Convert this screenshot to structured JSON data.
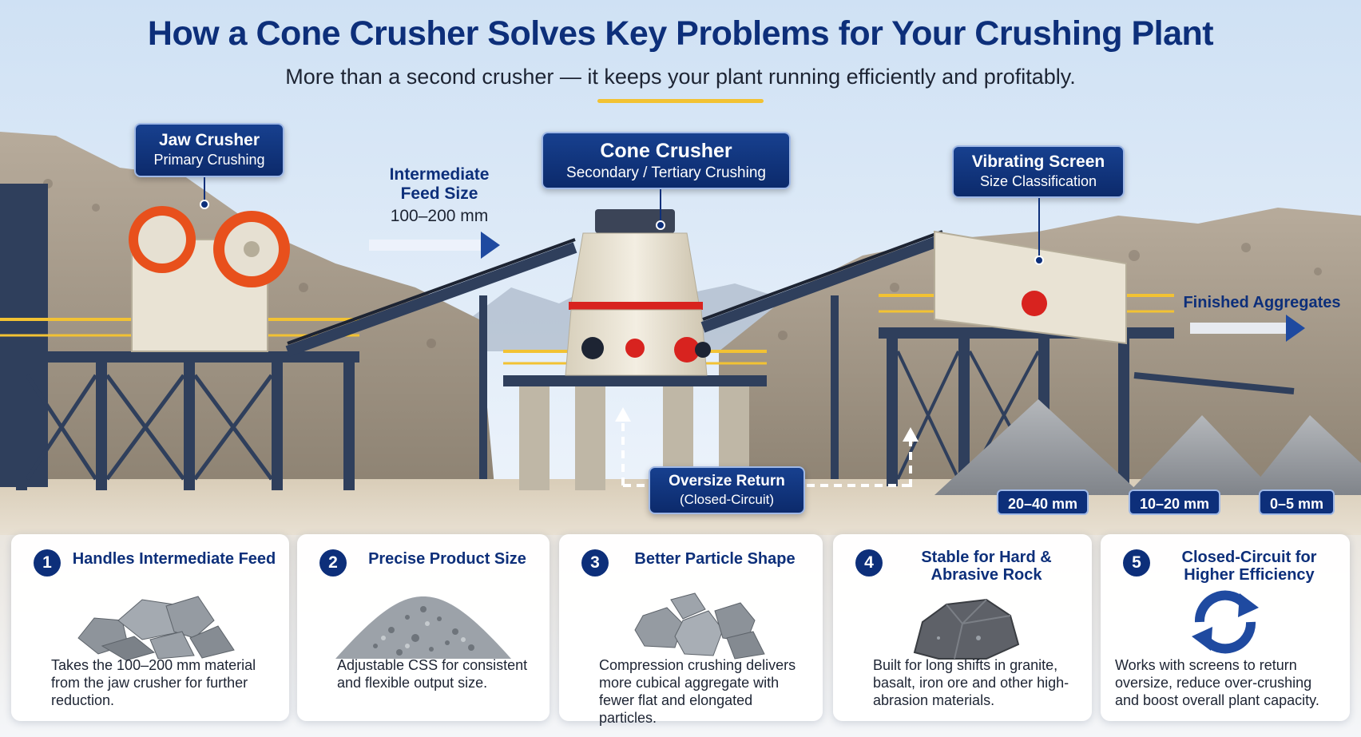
{
  "header": {
    "title": "How a Cone Crusher Solves Key Problems for Your Crushing Plant",
    "subtitle": "More than a second crusher — it keeps your plant running efficiently and profitably."
  },
  "callouts": {
    "jaw": {
      "title": "Jaw Crusher",
      "sub": "Primary Crushing"
    },
    "cone": {
      "title": "Cone Crusher",
      "sub": "Secondary / Tertiary Crushing"
    },
    "screen": {
      "title": "Vibrating Screen",
      "sub": "Size Classification"
    },
    "oversize": {
      "title": "Oversize Return",
      "sub": "(Closed-Circuit)"
    }
  },
  "flow": {
    "feed_label_1": "Intermediate",
    "feed_label_2": "Feed Size",
    "feed_value": "100–200 mm",
    "finished_label": "Finished Aggregates"
  },
  "sizes": [
    "20–40 mm",
    "10–20 mm",
    "0–5 mm"
  ],
  "cards": [
    {
      "num": "1",
      "title": "Handles Intermediate Feed",
      "text": "Takes the 100–200 mm material from the jaw crusher for further reduction.",
      "icon": "large-rocks-icon"
    },
    {
      "num": "2",
      "title": "Precise Product Size",
      "text": "Adjustable CSS for consistent and flexible output size.",
      "icon": "gravel-pile-icon"
    },
    {
      "num": "3",
      "title": "Better Particle Shape",
      "text": "Compression crushing delivers more cubical aggregate with fewer flat and elongated particles.",
      "icon": "cubical-rocks-icon"
    },
    {
      "num": "4",
      "title": "Stable for Hard & Abrasive Rock",
      "text": "Built for long shifts in granite, basalt, iron ore and other high-abrasion materials.",
      "icon": "hard-rock-icon"
    },
    {
      "num": "5",
      "title": "Closed-Circuit for Higher Efficiency",
      "text": "Works with screens to return oversize, reduce over-crushing and boost overall plant capacity.",
      "icon": "refresh-cycle-icon"
    }
  ],
  "colors": {
    "brand_blue": "#0d2f7a",
    "accent_yellow": "#f2c233",
    "machine_orange": "#e8501c",
    "machine_red": "#d8231f",
    "steel": "#2f3f5c"
  }
}
